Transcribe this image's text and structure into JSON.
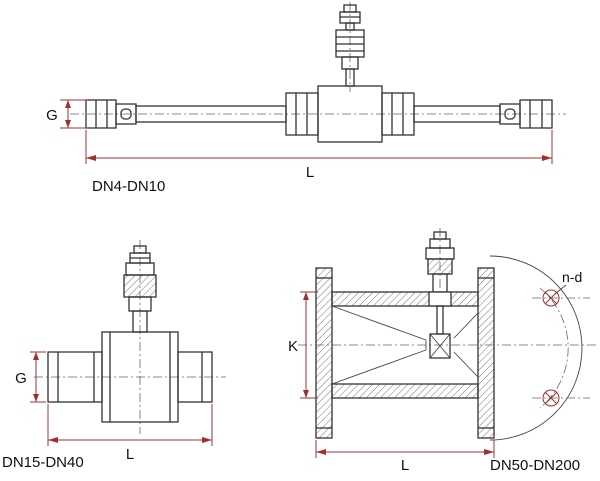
{
  "figures": {
    "dn4_dn10": {
      "label": "DN4-DN10",
      "dim_g": "G",
      "dim_l": "L"
    },
    "dn15_dn40": {
      "label": "DN15-DN40",
      "dim_g": "G",
      "dim_l": "L"
    },
    "dn50_dn200": {
      "label": "DN50-DN200",
      "dim_k": "K",
      "dim_l": "L",
      "bolt_hole_note": "n-d"
    }
  },
  "colors": {
    "dimension_line": "#a03030",
    "drawing_line": "#333333",
    "centerline": "#666666",
    "background": "#ffffff"
  }
}
